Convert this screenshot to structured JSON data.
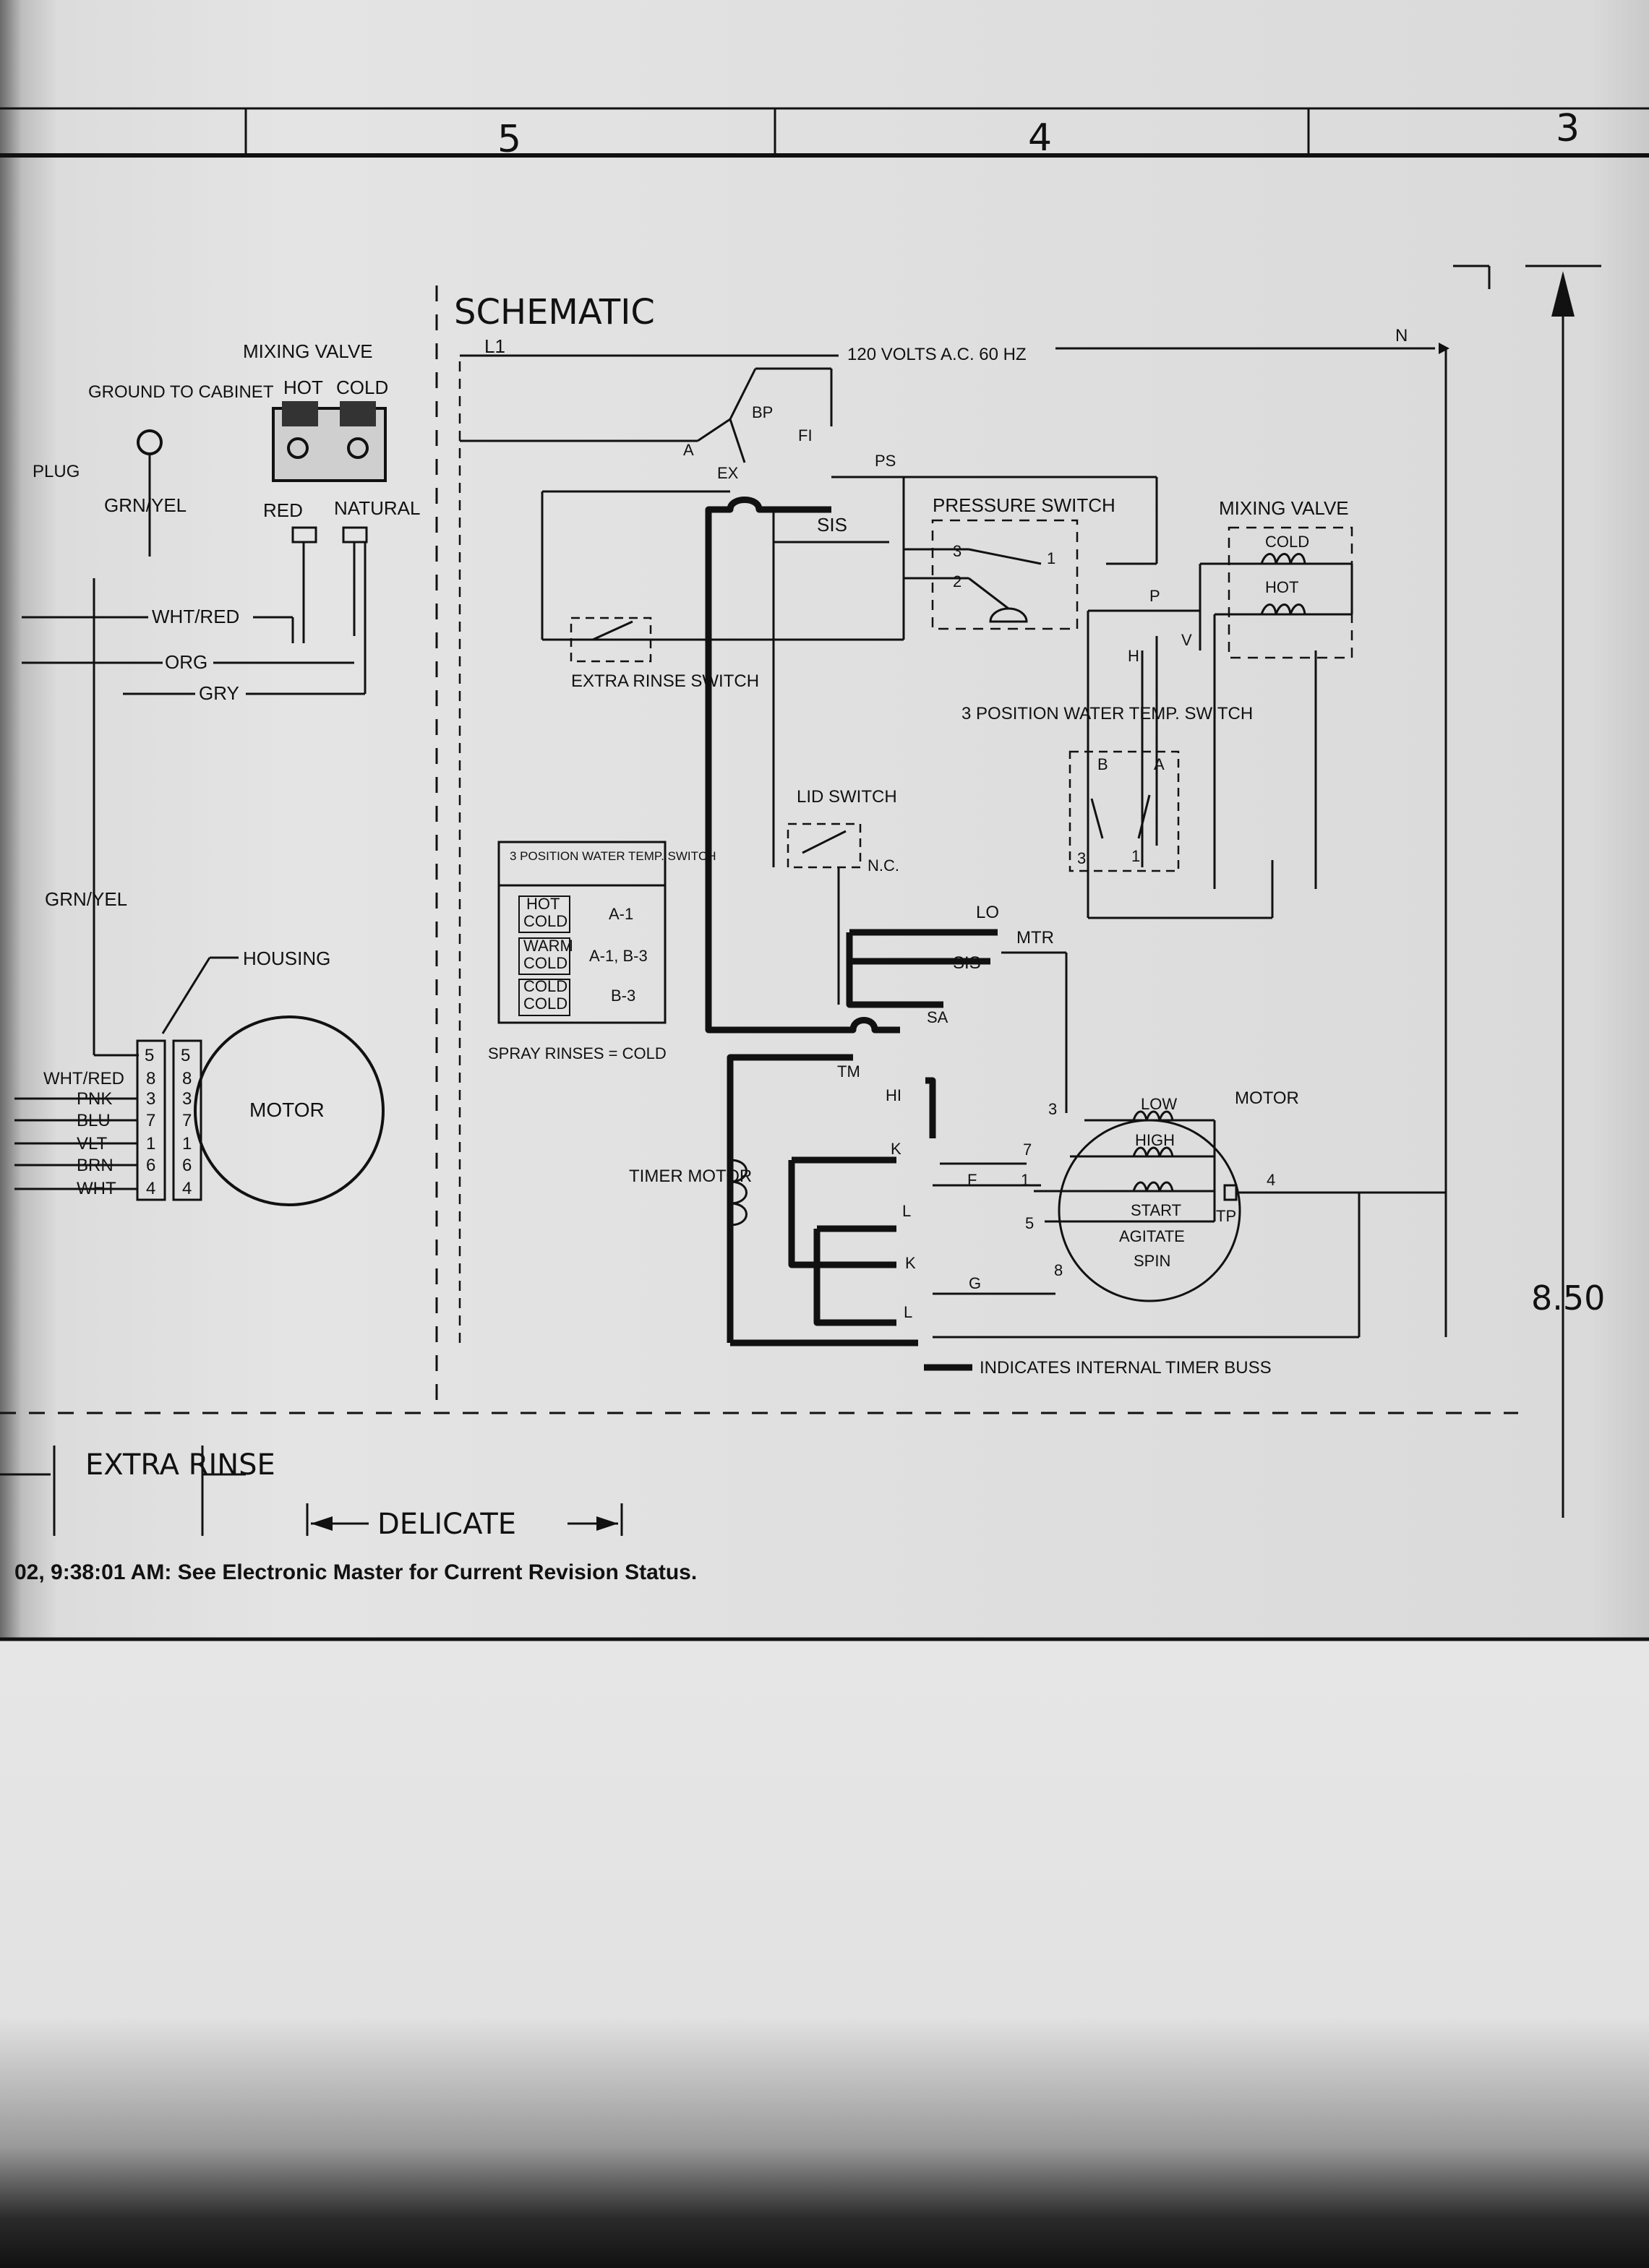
{
  "zones": [
    "5",
    "4",
    "3"
  ],
  "title": "SCHEMATIC",
  "dimension": "8.50",
  "supply": {
    "l1": "L1",
    "n": "N",
    "voltage": "120 VOLTS A.C. 60 HZ"
  },
  "left_panel": {
    "mixing_valve": "MIXING VALVE",
    "hot": "HOT",
    "cold": "COLD",
    "ground": "GROUND TO CABINET",
    "plug": "PLUG",
    "grn_yel_top": "GRN/YEL",
    "red": "RED",
    "natural": "NATURAL",
    "wht_red": "WHT/RED",
    "org": "ORG",
    "gry": "GRY",
    "grn_yel": "GRN/YEL",
    "housing": "HOUSING",
    "motor": "MOTOR",
    "wires": [
      {
        "color": "WHT/RED",
        "pin": "8"
      },
      {
        "color": "PNK",
        "pin": "3"
      },
      {
        "color": "BLU",
        "pin": "7"
      },
      {
        "color": "VLT",
        "pin": "1"
      },
      {
        "color": "BRN",
        "pin": "6"
      },
      {
        "color": "WHT",
        "pin": "4"
      }
    ],
    "pin_top": "5"
  },
  "schematic": {
    "contacts": {
      "a": "A",
      "bp": "BP",
      "fi": "FI",
      "ex": "EX",
      "ps": "PS",
      "sis": "SIS",
      "p": "P",
      "h": "H",
      "v": "V",
      "b": "B",
      "a2": "A",
      "t3": "3",
      "t1": "1",
      "ps3": "3",
      "ps2": "2",
      "ps1": "1"
    },
    "pressure_switch": "PRESSURE SWITCH",
    "mixing_valve": "MIXING VALVE",
    "mv_cold": "COLD",
    "mv_hot": "HOT",
    "extra_rinse_switch": "EXTRA RINSE SWITCH",
    "water_temp_switch": "3 POSITION WATER TEMP. SWITCH",
    "lid_switch": "LID SWITCH",
    "nc": "N.C.",
    "lo": "LO",
    "mtr": "MTR",
    "sis2": "SIS",
    "sa": "SA",
    "tm": "TM",
    "hi": "HI",
    "k": "K",
    "l": "L",
    "k2": "K",
    "g": "G",
    "l2": "L",
    "f": "F",
    "timer_motor": "TIMER MOTOR",
    "motor": "MOTOR",
    "windings": [
      "LOW",
      "HIGH",
      "START",
      "AGITATE",
      "SPIN"
    ],
    "terminals": [
      "3",
      "7",
      "1",
      "5",
      "8",
      "4"
    ],
    "tp": "TP",
    "legend": "INDICATES INTERNAL TIMER BUSS"
  },
  "table": {
    "title": "3 POSITION WATER TEMP. SWITCH",
    "rows": [
      {
        "a": "HOT",
        "b": "COLD",
        "contacts": "A-1"
      },
      {
        "a": "WARM",
        "b": "COLD",
        "contacts": "A-1, B-3"
      },
      {
        "a": "COLD",
        "b": "COLD",
        "contacts": "B-3"
      }
    ],
    "note": "SPRAY RINSES = COLD"
  },
  "cycle_labels": {
    "extra_rinse": "EXTRA RINSE",
    "delicate": "DELICATE"
  },
  "footer": "02, 9:38:01 AM: See Electronic Master for Current Revision Status."
}
